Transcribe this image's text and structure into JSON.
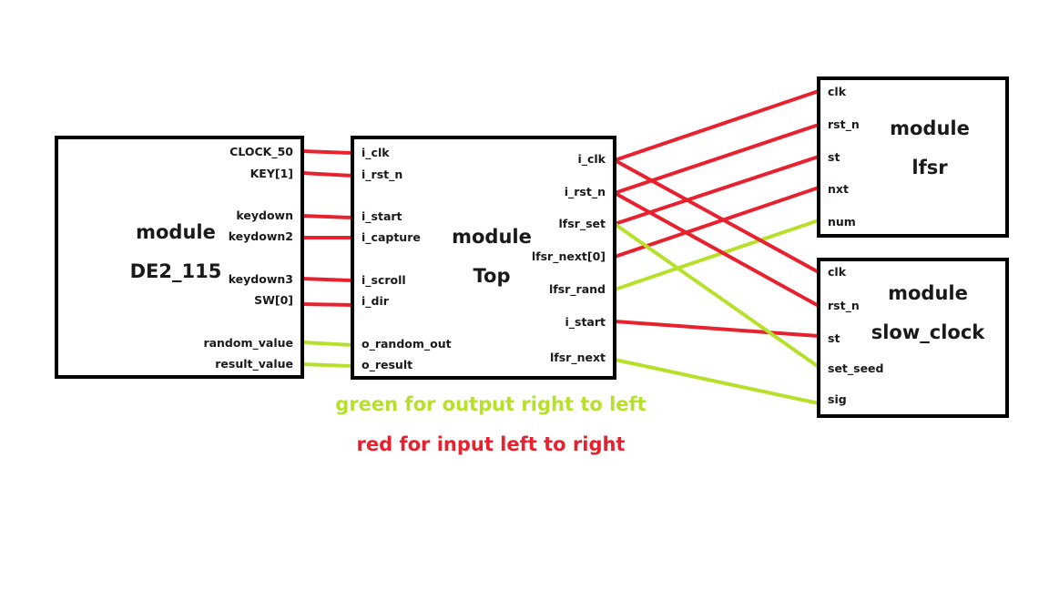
{
  "colors": {
    "input": "#e8212e",
    "output": "#b7e02b",
    "outline": "#000000",
    "text": "#1a1a1a"
  },
  "modules": {
    "de2": {
      "line1": "module",
      "line2": "DE2_115",
      "ports": [
        "CLOCK_50",
        "KEY[1]",
        "keydown",
        "keydown2",
        "keydown3",
        "SW[0]",
        "random_value",
        "result_value"
      ]
    },
    "top": {
      "line1": "module",
      "line2": "Top",
      "left_ports": [
        "i_clk",
        "i_rst_n",
        "i_start",
        "i_capture",
        "i_scroll",
        "i_dir",
        "o_random_out",
        "o_result"
      ],
      "right_ports": [
        "i_clk",
        "i_rst_n",
        "lfsr_set",
        "lfsr_next[0]",
        "lfsr_rand",
        "i_start",
        "lfsr_next"
      ]
    },
    "lfsr": {
      "line1": "module",
      "line2": "lfsr",
      "ports": [
        "clk",
        "rst_n",
        "st",
        "nxt",
        "num"
      ]
    },
    "slow": {
      "line1": "module",
      "line2": "slow_clock",
      "ports": [
        "clk",
        "rst_n",
        "st",
        "set_seed",
        "sig"
      ]
    }
  },
  "legend": {
    "output": "green for output right to left",
    "input": "red for input left to right"
  }
}
